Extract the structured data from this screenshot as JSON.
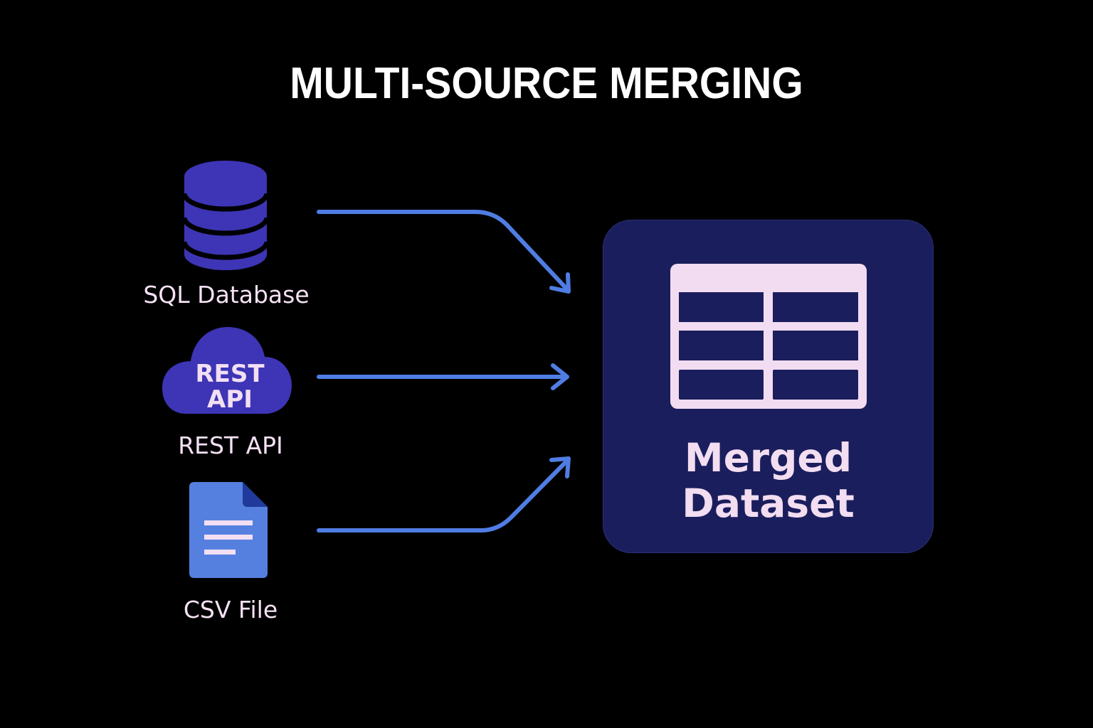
{
  "title": "MULTI-SOURCE MERGING",
  "sources": [
    {
      "id": "sql",
      "label": "SQL Database",
      "icon": "database-icon"
    },
    {
      "id": "rest",
      "label": "REST API",
      "icon": "cloud-icon",
      "icon_text": [
        "REST",
        "API"
      ]
    },
    {
      "id": "csv",
      "label": "CSV File",
      "icon": "document-icon"
    }
  ],
  "target": {
    "label_line1": "Merged",
    "label_line2": "Dataset",
    "icon": "table-icon"
  },
  "colors": {
    "background": "#000000",
    "icon_primary": "#3d35b5",
    "document_blue": "#5580e0",
    "arrow": "#4f7de3",
    "target_box": "#1b1e5c",
    "text_light": "#f5e1f4"
  }
}
